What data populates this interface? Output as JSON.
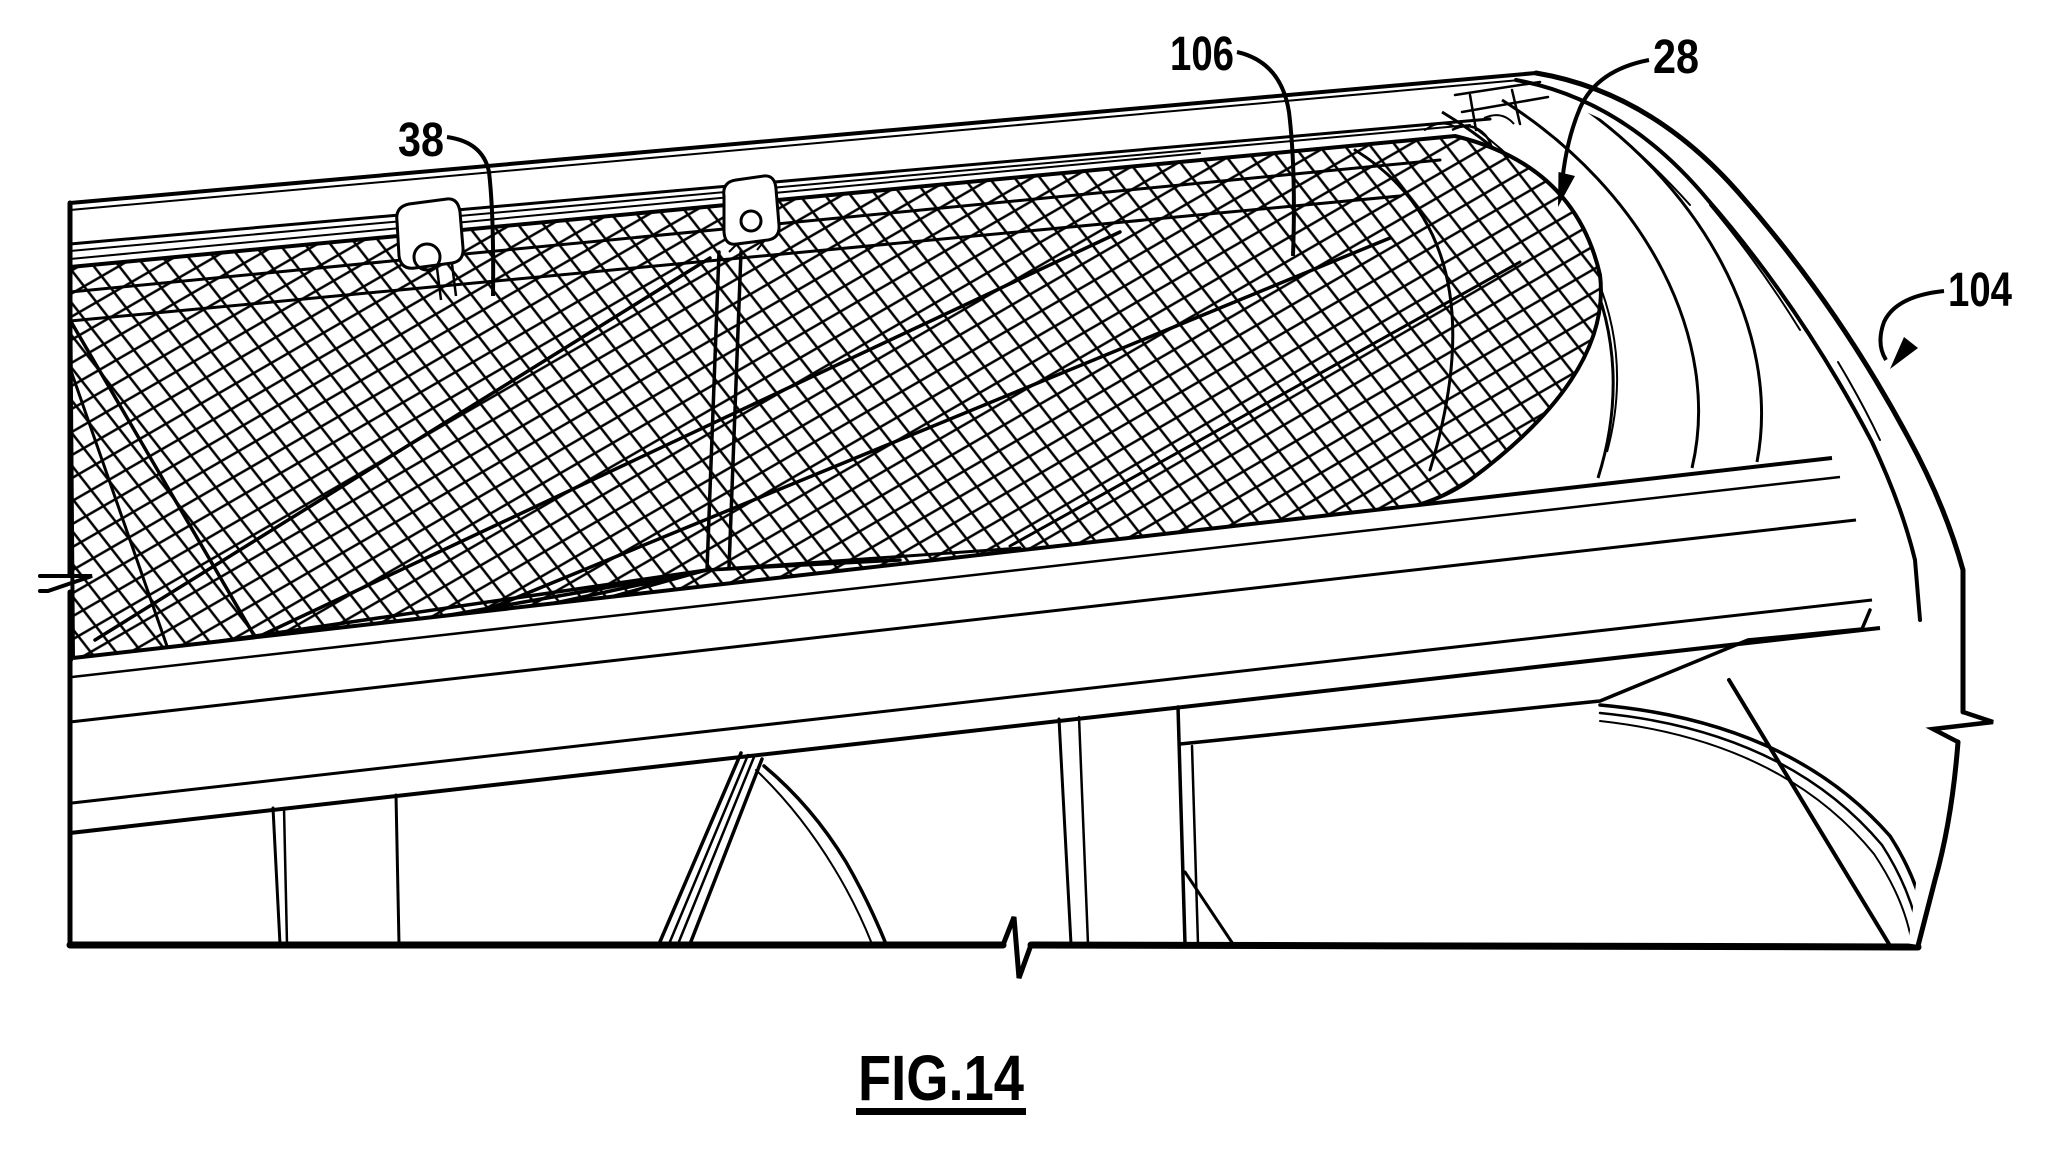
{
  "figure": {
    "caption": "FIG.14",
    "type": "patent-line-drawing",
    "subject": "vehicle roof frame with mesh panel"
  },
  "labels": {
    "l38": "38",
    "l106": "106",
    "l28": "28",
    "l104": "104"
  },
  "colors": {
    "ink": "#000000",
    "background": "#ffffff"
  }
}
